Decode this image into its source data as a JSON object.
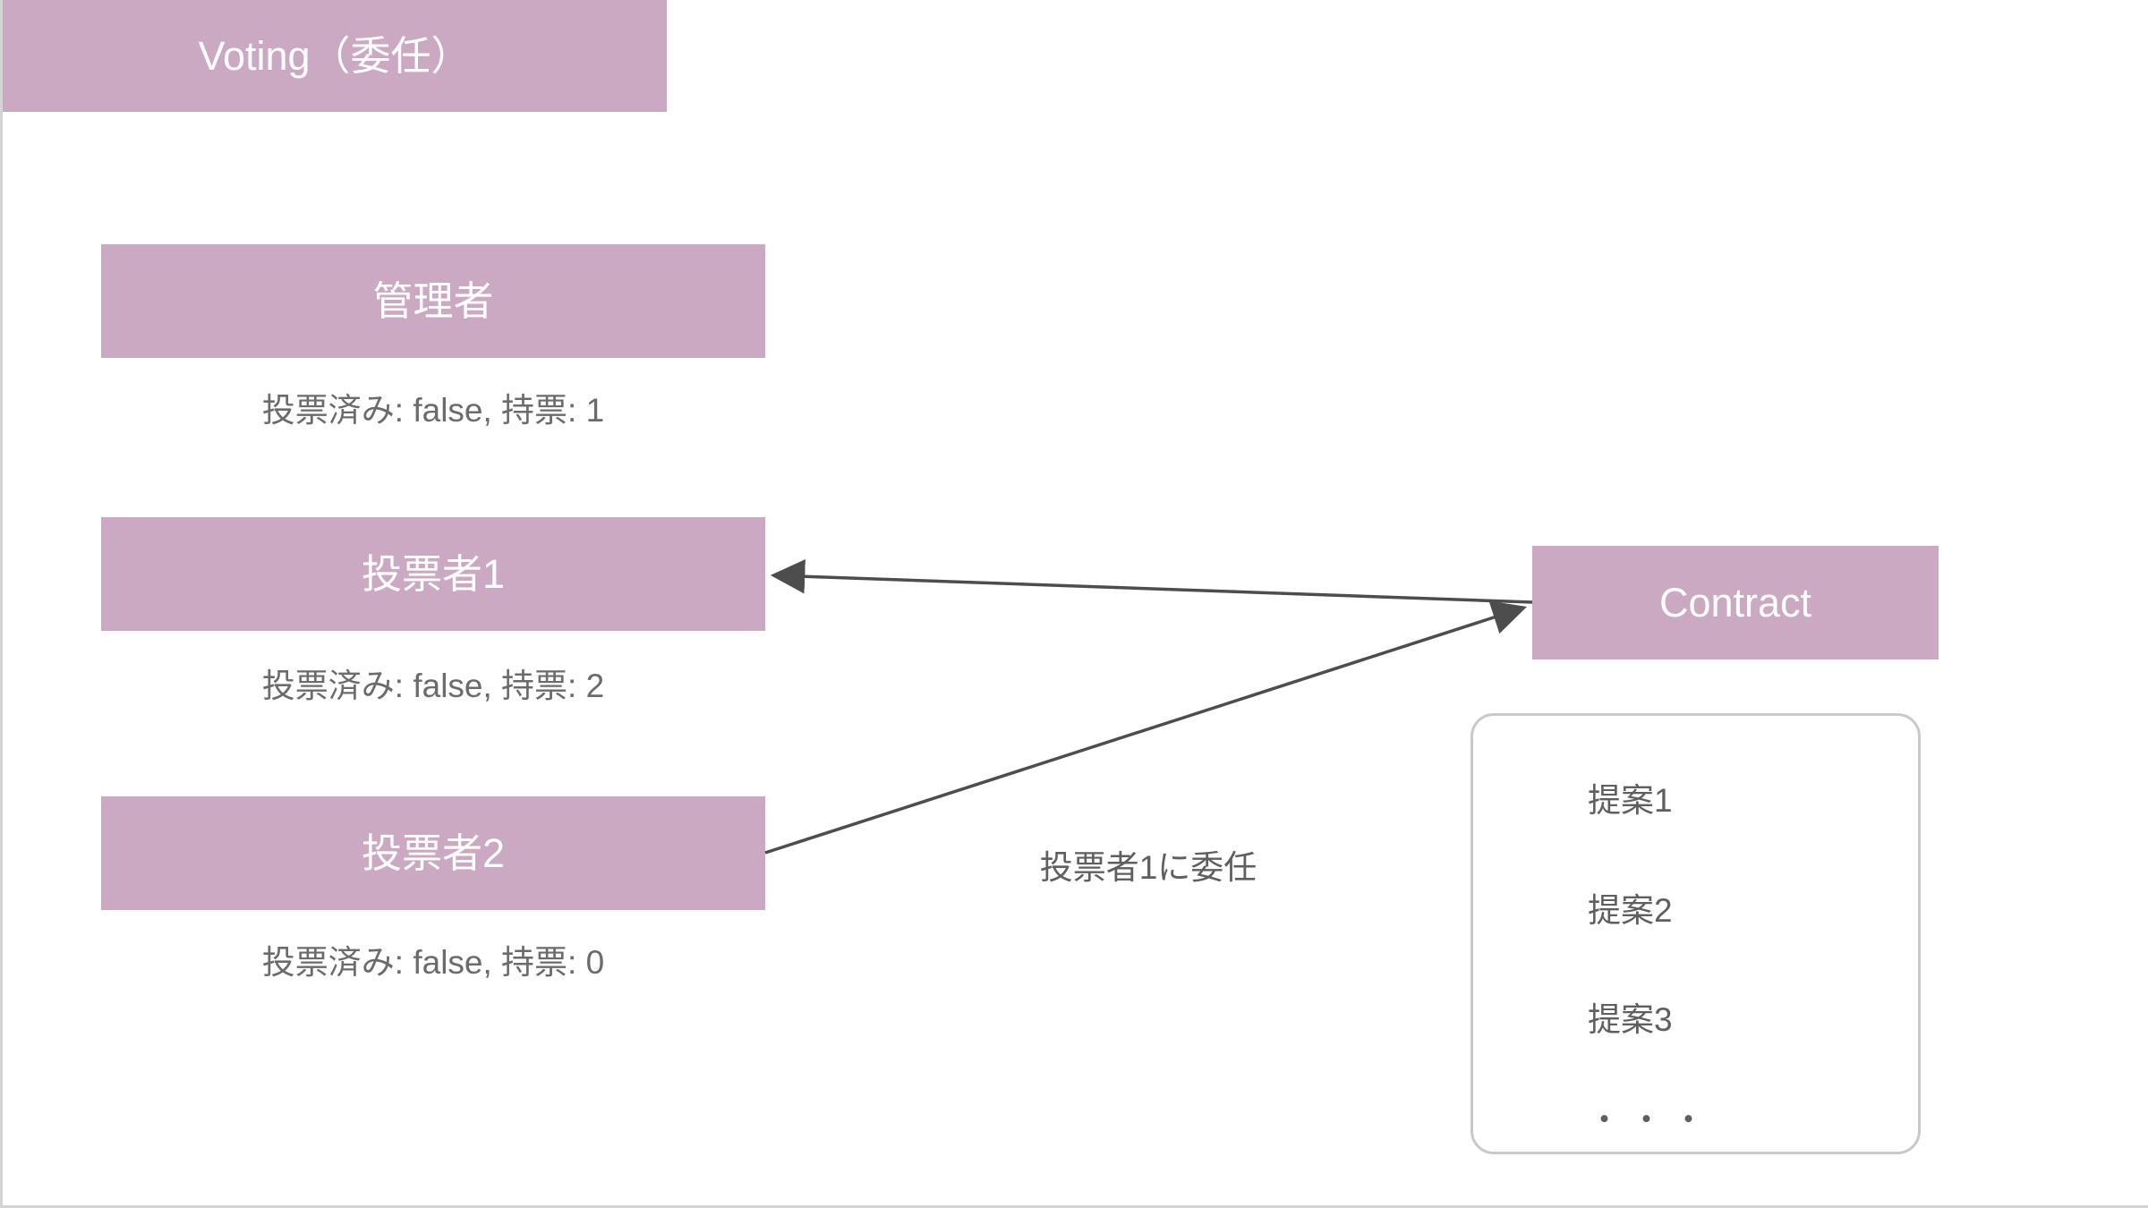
{
  "diagram": {
    "title": "Voting（委任）",
    "accent_color": "#cca9c3",
    "text_color_on_accent": "#ffffff",
    "body_text_color": "#5f5f5f",
    "edge_color": "#4d4d4d",
    "panel_border_color": "#c9c9c9"
  },
  "actors": {
    "admin": {
      "label": "管理者",
      "status": "投票済み: false, 持票: 1"
    },
    "voter1": {
      "label": "投票者1",
      "status": "投票済み: false, 持票: 2"
    },
    "voter2": {
      "label": "投票者2",
      "status": "投票済み: false, 持票: 0"
    }
  },
  "contract": {
    "label": "Contract",
    "proposals": [
      "提案1",
      "提案2",
      "提案3",
      "・・・"
    ]
  },
  "edges": {
    "delegation_label": "投票者1に委任"
  }
}
